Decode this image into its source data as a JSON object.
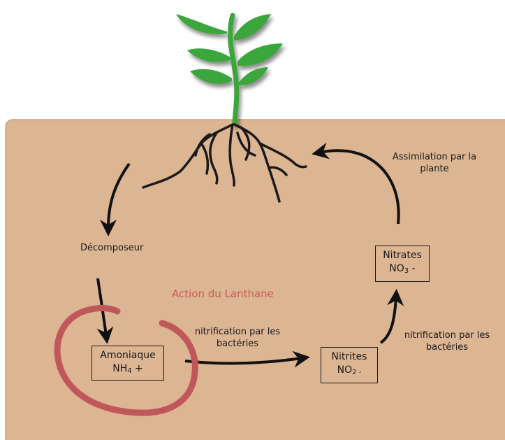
{
  "labels": {
    "assimilation_line1": "Assimilation par la",
    "assimilation_line2": "plante",
    "decomposeur": "Décomposeur",
    "action_lanthane": "Action du Lanthane",
    "nitrification_left_line1": "nitrification par les",
    "nitrification_left_line2": "bactéries",
    "nitrification_right_line1": "nitrification par les",
    "nitrification_right_line2": "bactéries"
  },
  "boxes": {
    "amoniaque": {
      "name": "Amoniaque",
      "formula": "NH",
      "sub": "4",
      "suffix": " +"
    },
    "nitrites": {
      "name": "Nitrites",
      "formula": "NO",
      "sub": "2 -",
      "suffix": ""
    },
    "nitrates": {
      "name": "Nitrates",
      "formula": "NO",
      "sub": "3",
      "suffix": " -"
    }
  },
  "colors": {
    "soil": "#dcb593",
    "soil_border": "#c9a27f",
    "plant_leaf": "#3aa63a",
    "plant_stem": "#3aa63a",
    "root": "#1a1a1a",
    "arrow": "#111111",
    "lanthane_circle": "#c0585b",
    "lanthane_text": "#c75b5b"
  }
}
